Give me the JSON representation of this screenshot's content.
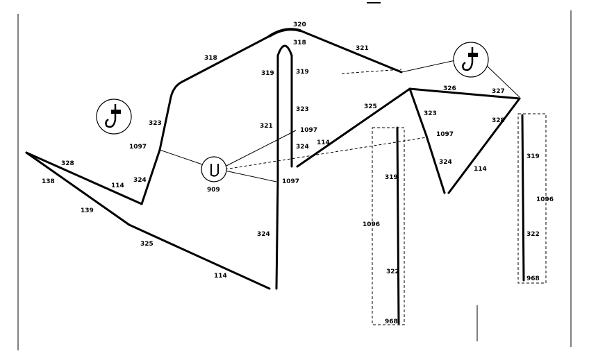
{
  "labels": {
    "l_320": "320",
    "l_318_right": "318",
    "l_318_left": "318",
    "l_321_top": "321",
    "l_319_left": "319",
    "l_319_right": "319",
    "l_319_box": "319",
    "l_323_mid": "323",
    "l_323_left": "323",
    "l_323_right": "323",
    "l_325": "325",
    "l_326": "326",
    "l_327": "327",
    "l_328": "328",
    "l_322_a": "322",
    "l_322_b": "322",
    "l_322_box": "322",
    "l_1097_left": "1097",
    "l_1097_mid1": "1097",
    "l_1097_mid2": "1097",
    "l_1097_right": "1097",
    "l_324_left": "324",
    "l_324_mid": "324",
    "l_324_low": "324",
    "l_324_right": "324",
    "l_114_left": "114",
    "l_114_bottom": "114",
    "l_114_mid": "114",
    "l_114_right": "114",
    "l_909": "909",
    "l_138": "138",
    "l_139": "139",
    "l_1096_left": "1096",
    "l_1096_right": "1096",
    "l_968_left": "968",
    "l_968_right": "968"
  }
}
